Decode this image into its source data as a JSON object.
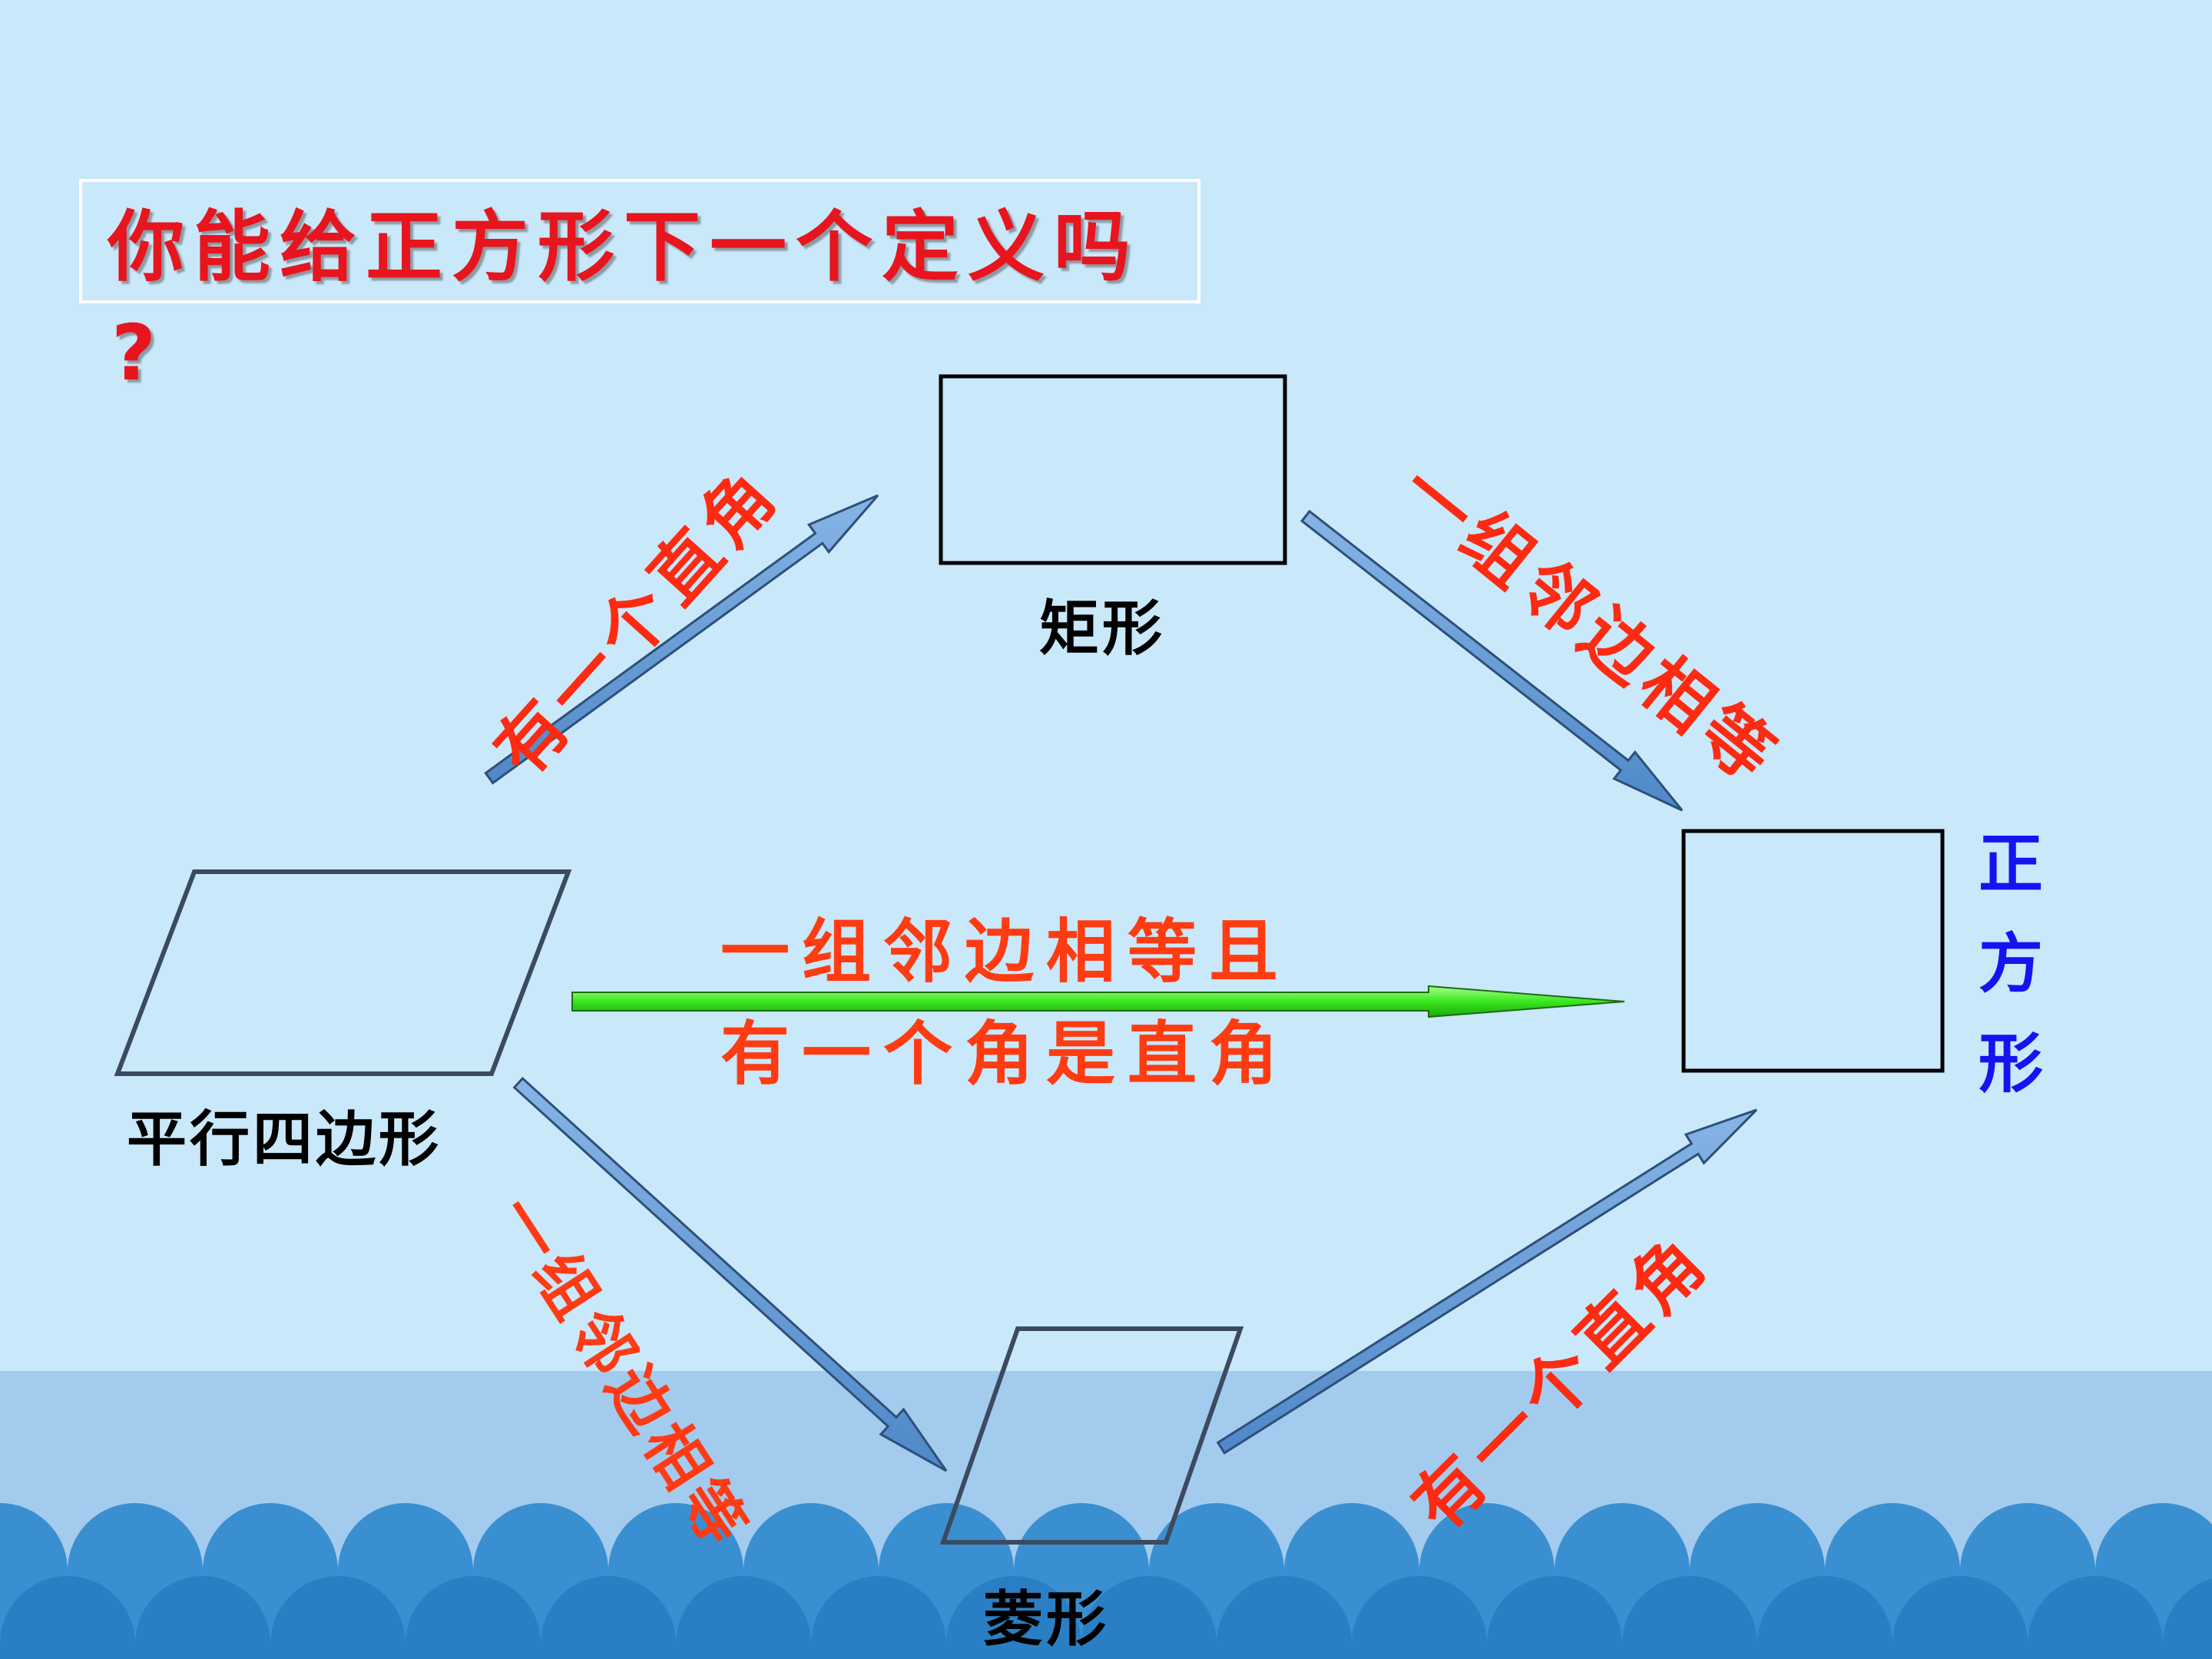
{
  "question": {
    "line1": "你能给正方形下一个定义吗",
    "line2": "?"
  },
  "shapes": {
    "rectangle": "矩形",
    "parallelogram": "平行四边形",
    "rhombus": "菱形",
    "square": [
      "正",
      "方",
      "形"
    ]
  },
  "conditions": {
    "parallelogram_to_rectangle": "有一个直角",
    "rectangle_to_square": "一组邻边相等",
    "parallelogram_to_square_line1": "一组邻边相等且",
    "parallelogram_to_square_line2": "有一个角是直角",
    "parallelogram_to_rhombus": "一组邻边相等",
    "rhombus_to_square": "有一个直角"
  },
  "colors": {
    "background_sky": "#c9e8fa",
    "sea": "#a3cbed",
    "waves": "#2f86c9",
    "arrow_blue": "#5b95d5",
    "arrow_green": "#38e81e",
    "condition_text": "#ff2a12",
    "square_label": "#1414f0"
  }
}
